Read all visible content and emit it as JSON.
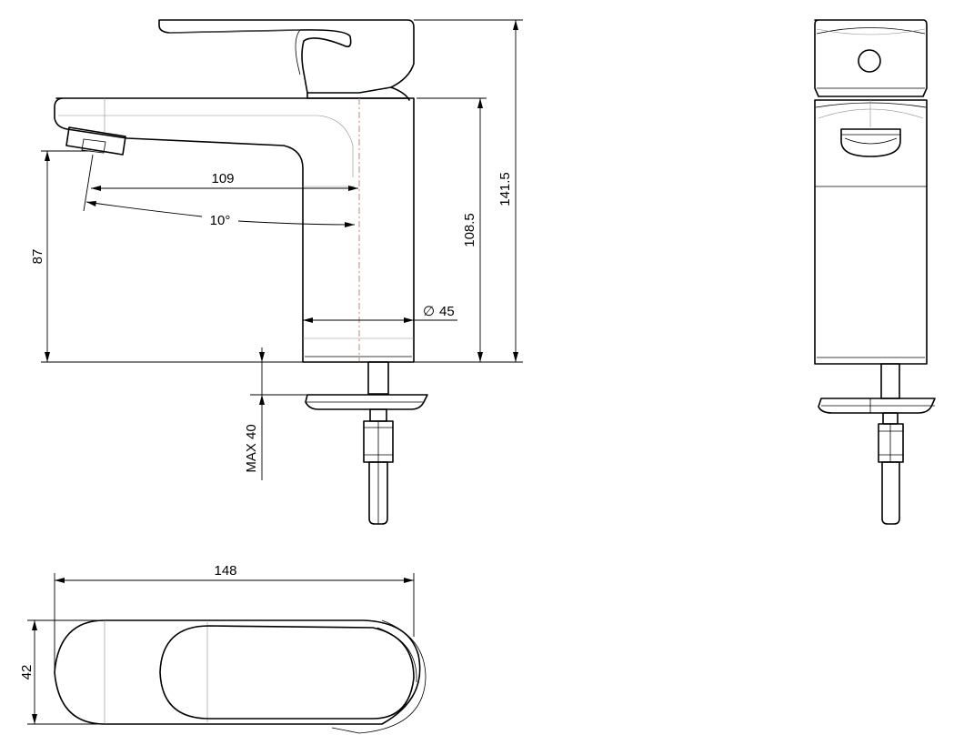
{
  "dimensions": {
    "spout_reach": "109",
    "angle": "10°",
    "spout_height": "87",
    "body_height": "108.5",
    "total_height": "141.5",
    "body_diameter_symbol": "∅",
    "body_diameter": "45",
    "max_deck_thickness": "MAX 40",
    "plan_length": "148",
    "plan_width": "42"
  }
}
